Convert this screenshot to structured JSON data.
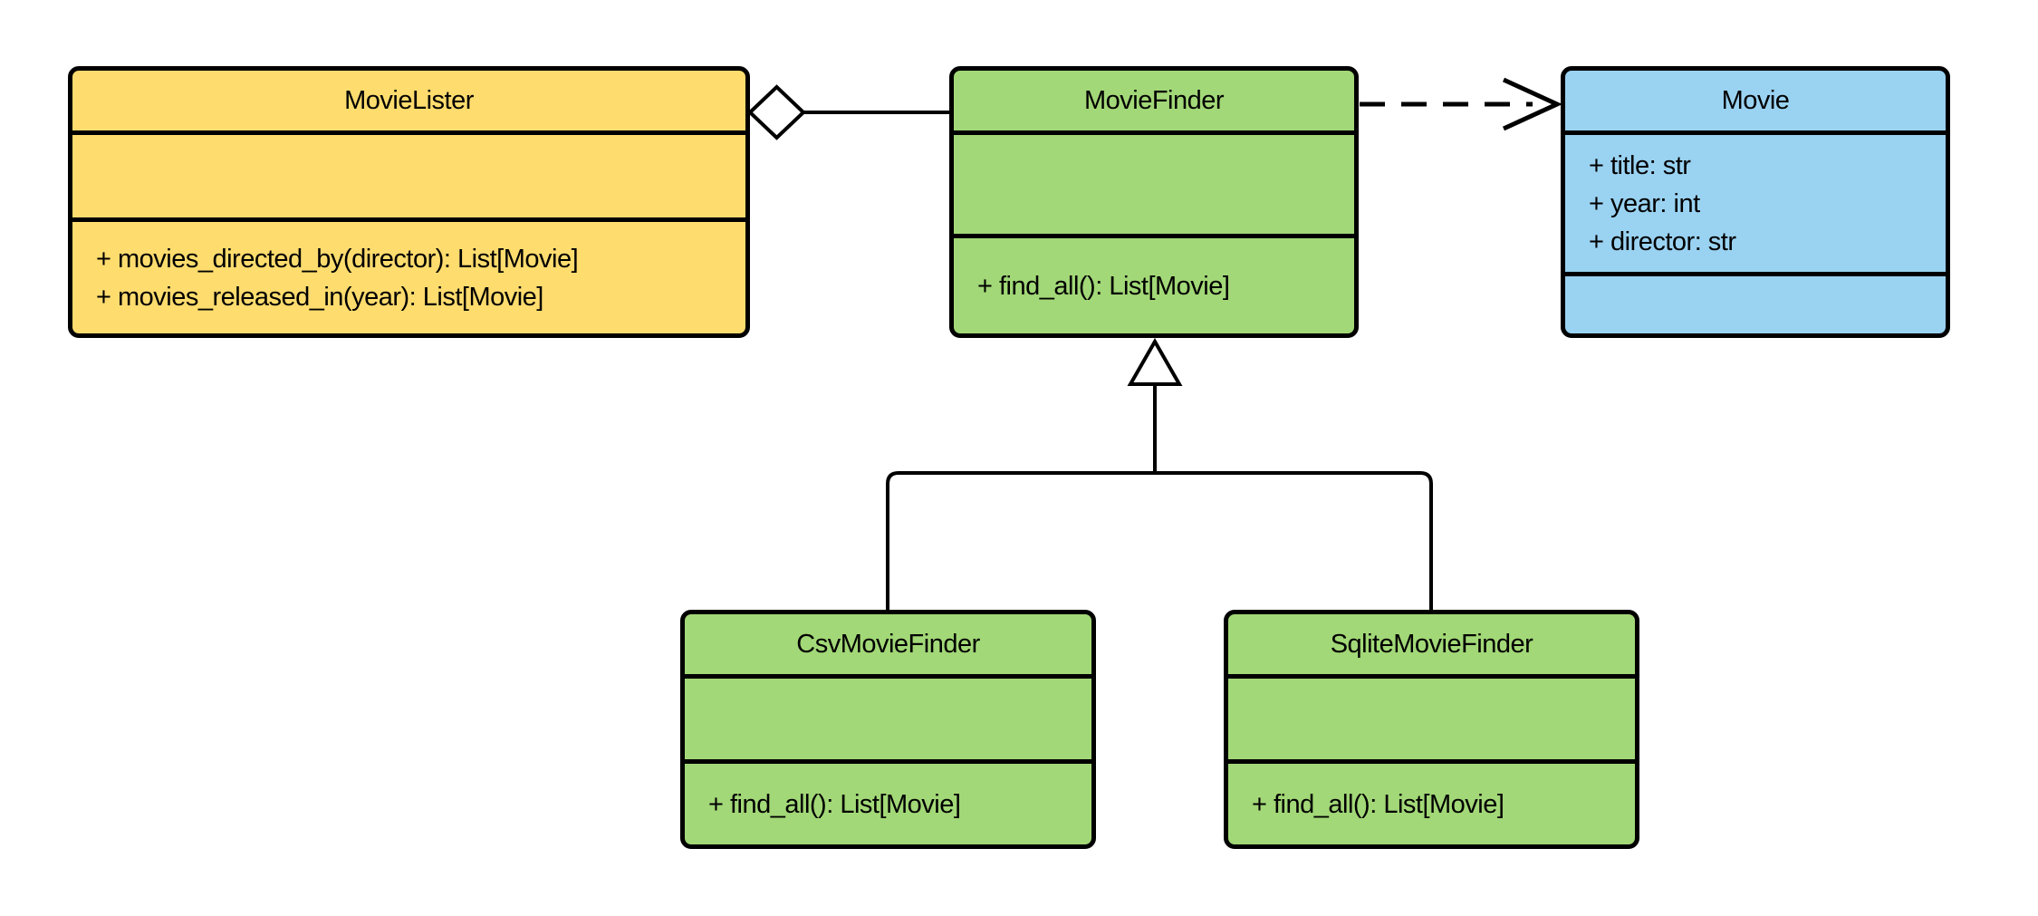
{
  "diagram": {
    "background_color": "#ffffff",
    "line_color": "#000000",
    "colors": {
      "yellow_fill": "#FFDC6E",
      "green_fill": "#A2D877",
      "blue_fill": "#9AD2F2"
    },
    "classes": [
      {
        "name": "MovieLister",
        "fill": "#FFDC6E",
        "attributes": [],
        "methods": [
          "+ movies_directed_by(director): List[Movie]",
          "+ movies_released_in(year): List[Movie]"
        ]
      },
      {
        "name": "MovieFinder",
        "fill": "#A2D877",
        "attributes": [],
        "methods": [
          "+ find_all(): List[Movie]"
        ]
      },
      {
        "name": "Movie",
        "fill": "#9AD2F2",
        "attributes": [
          "+ title: str",
          "+ year: int",
          "+ director: str"
        ],
        "methods": []
      },
      {
        "name": "CsvMovieFinder",
        "fill": "#A2D877",
        "attributes": [],
        "methods": [
          "+ find_all(): List[Movie]"
        ]
      },
      {
        "name": "SqliteMovieFinder",
        "fill": "#A2D877",
        "attributes": [],
        "methods": [
          "+ find_all(): List[Movie]"
        ]
      }
    ],
    "relationships": [
      {
        "type": "aggregation",
        "from": "MovieLister",
        "to": "MovieFinder",
        "marker": "hollow-diamond",
        "line": "solid"
      },
      {
        "type": "dependency",
        "from": "MovieFinder",
        "to": "Movie",
        "marker": "open-arrow",
        "line": "dashed"
      },
      {
        "type": "inheritance",
        "from": "CsvMovieFinder",
        "to": "MovieFinder",
        "marker": "hollow-triangle",
        "line": "solid"
      },
      {
        "type": "inheritance",
        "from": "SqliteMovieFinder",
        "to": "MovieFinder",
        "marker": "hollow-triangle",
        "line": "solid"
      }
    ]
  }
}
